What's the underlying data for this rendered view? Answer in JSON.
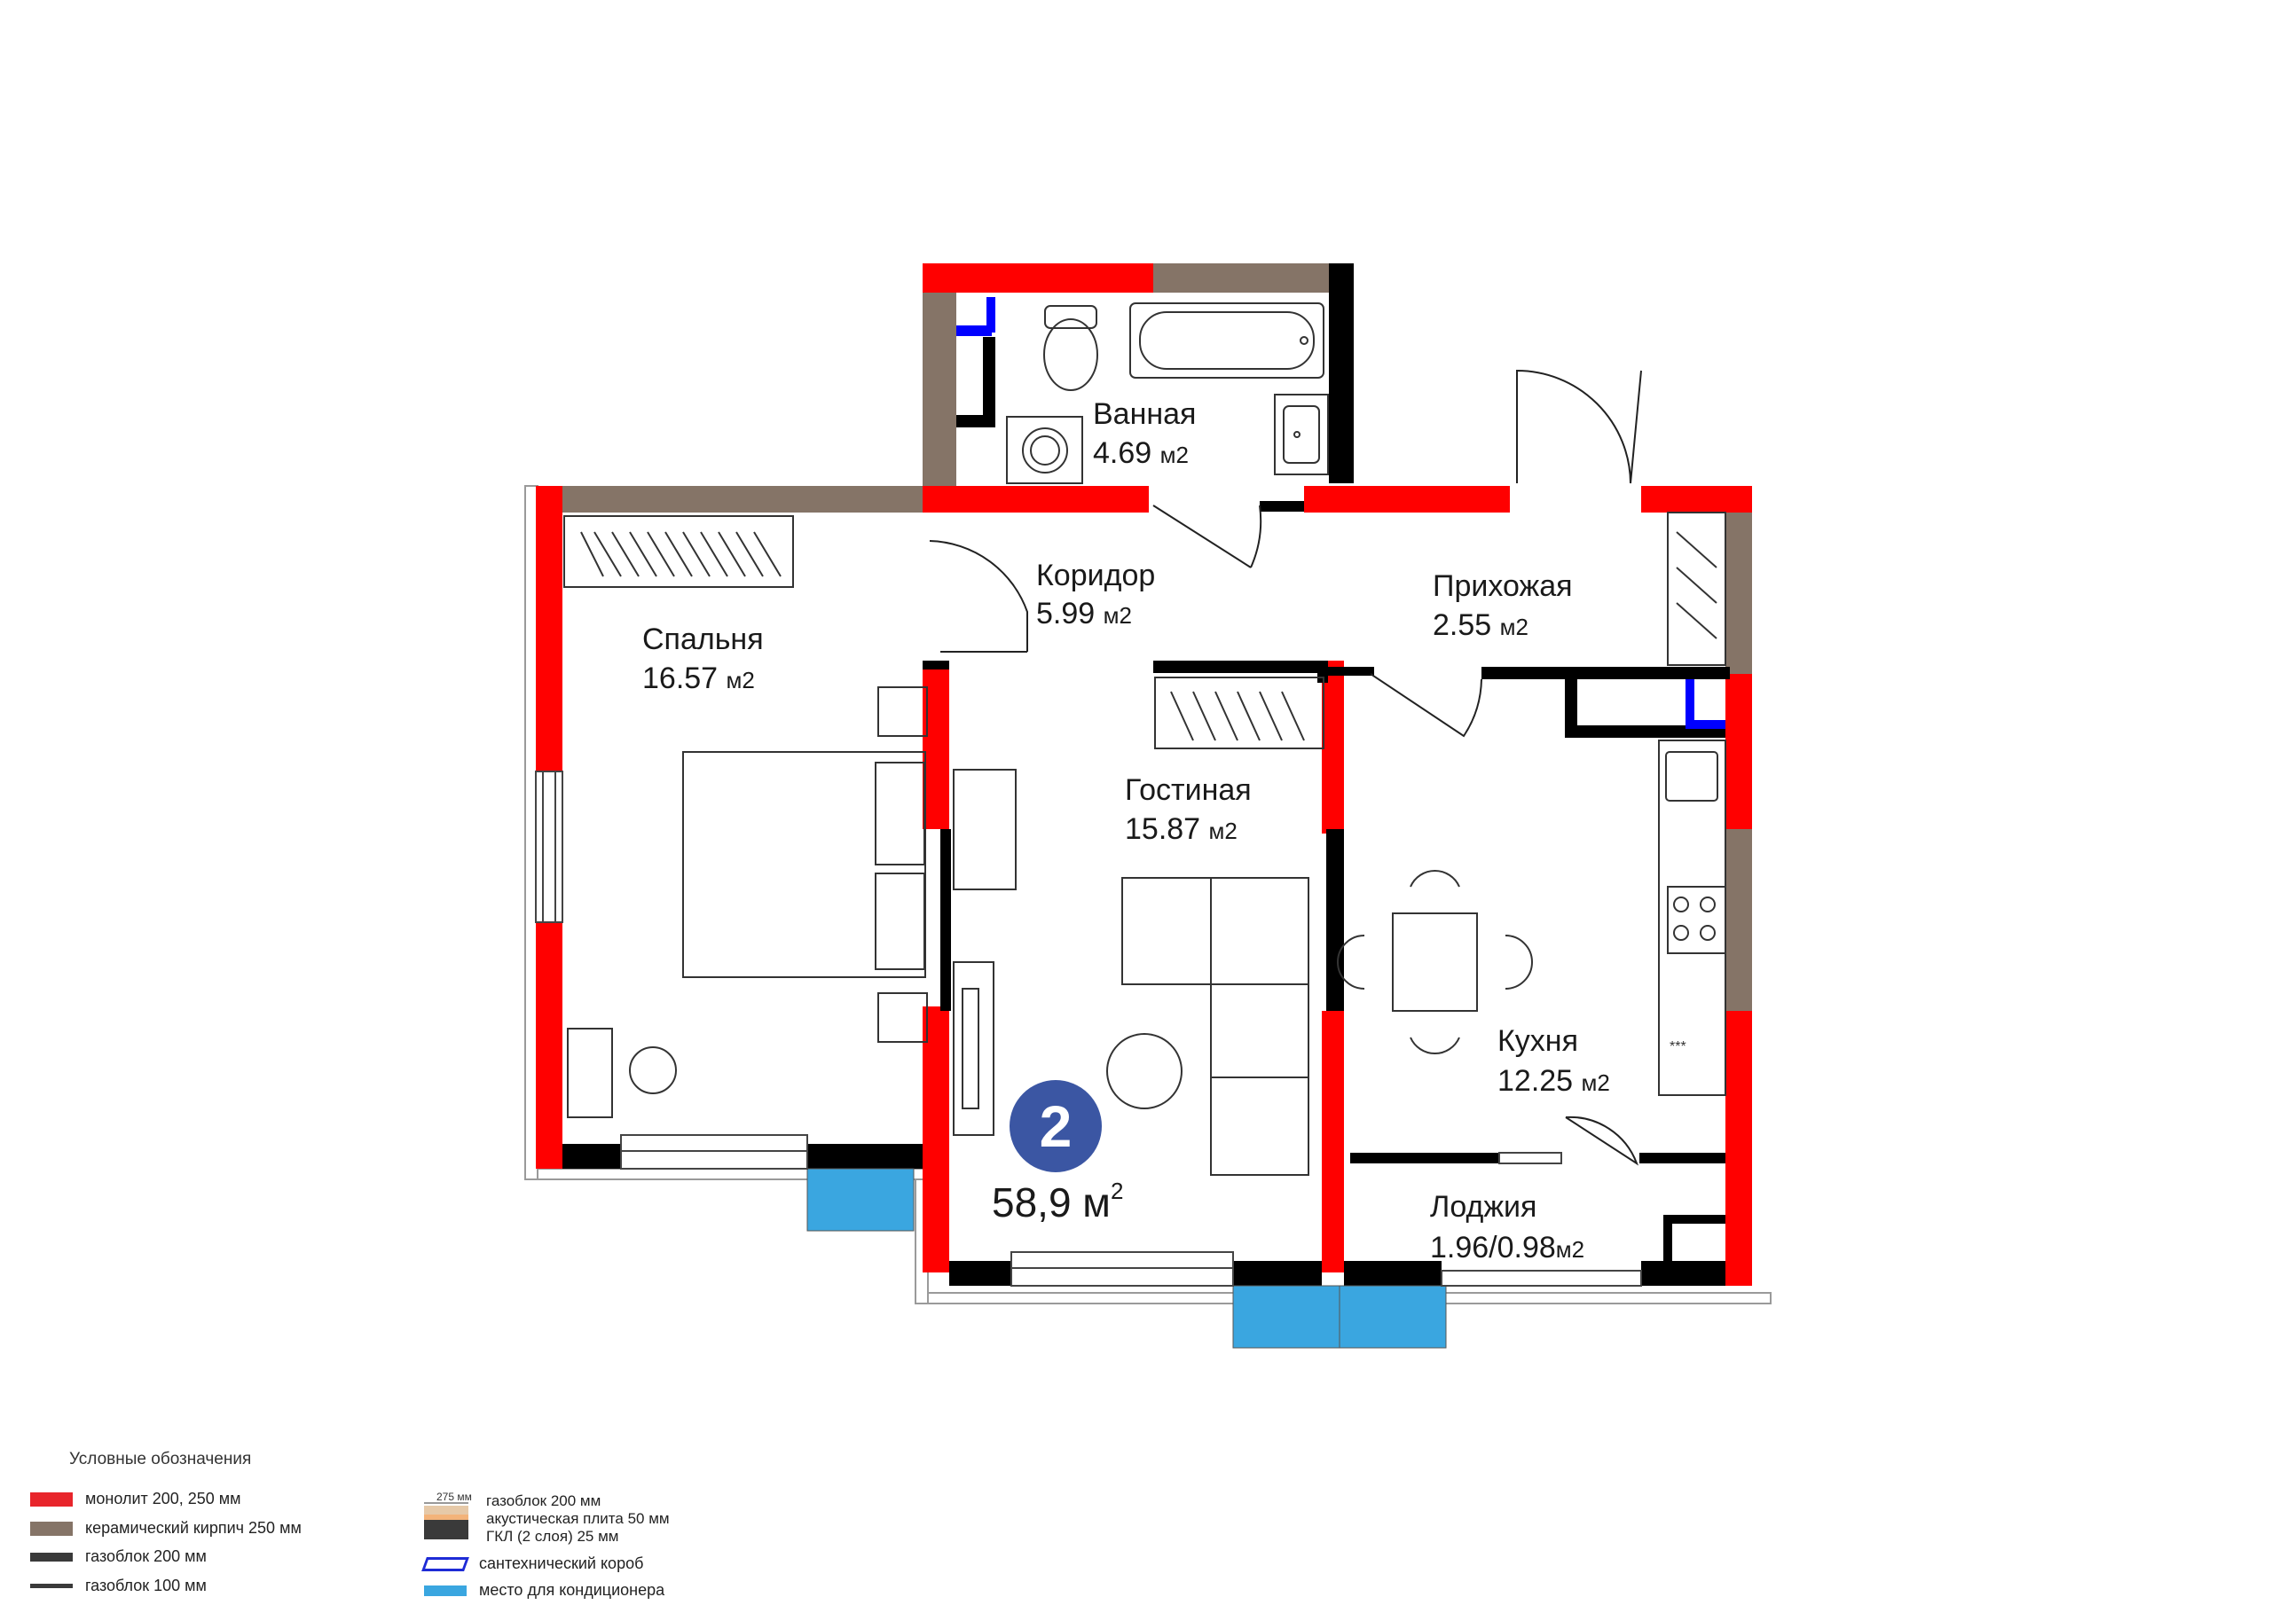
{
  "plan": {
    "badge_number": "2",
    "total_area": "58,9 м",
    "total_area_sup": "2",
    "rooms": [
      {
        "id": "bath",
        "name": "Ванная",
        "area": "4.69",
        "unit": "м2"
      },
      {
        "id": "corridor",
        "name": "Коридор",
        "area": "5.99",
        "unit": "м2"
      },
      {
        "id": "hall",
        "name": "Прихожая",
        "area": "2.55",
        "unit": "м2"
      },
      {
        "id": "bedroom",
        "name": "Спальня",
        "area": "16.57",
        "unit": "м2"
      },
      {
        "id": "living",
        "name": "Гостиная",
        "area": "15.87",
        "unit": "м2"
      },
      {
        "id": "kitchen",
        "name": "Кухня",
        "area": "12.25",
        "unit": "м2"
      },
      {
        "id": "loggia",
        "name": "Лоджия",
        "area": "1.96/0.98",
        "unit": "м2"
      }
    ]
  },
  "legend": {
    "title": "Условные обозначения",
    "items": [
      {
        "label": "монолит 200, 250 мм",
        "color": "#e8252b"
      },
      {
        "label": "керамический кирпич 250 мм",
        "color": "#857467"
      },
      {
        "label": "газоблок 200 мм",
        "color": "#3a3a3a"
      },
      {
        "label": "газоблок 100 мм",
        "color": "#3a3a3a"
      }
    ],
    "acoustic": {
      "dim": "275 мм",
      "lines": [
        "газоблок 200 мм",
        "акустическая плита 50 мм",
        "ГКЛ (2 слоя) 25 мм"
      ]
    },
    "items2": [
      {
        "label": "сантехнический короб",
        "color": "#1e2bd6"
      },
      {
        "label": "место для кондиционера",
        "color": "#3aa6e0"
      }
    ]
  },
  "colors": {
    "monolith": "#ff0000",
    "brick": "#857467",
    "gasblock": "#000000",
    "plumbing": "#0000ff",
    "ac": "#3aa6e0",
    "badge": "#3b56a3"
  }
}
